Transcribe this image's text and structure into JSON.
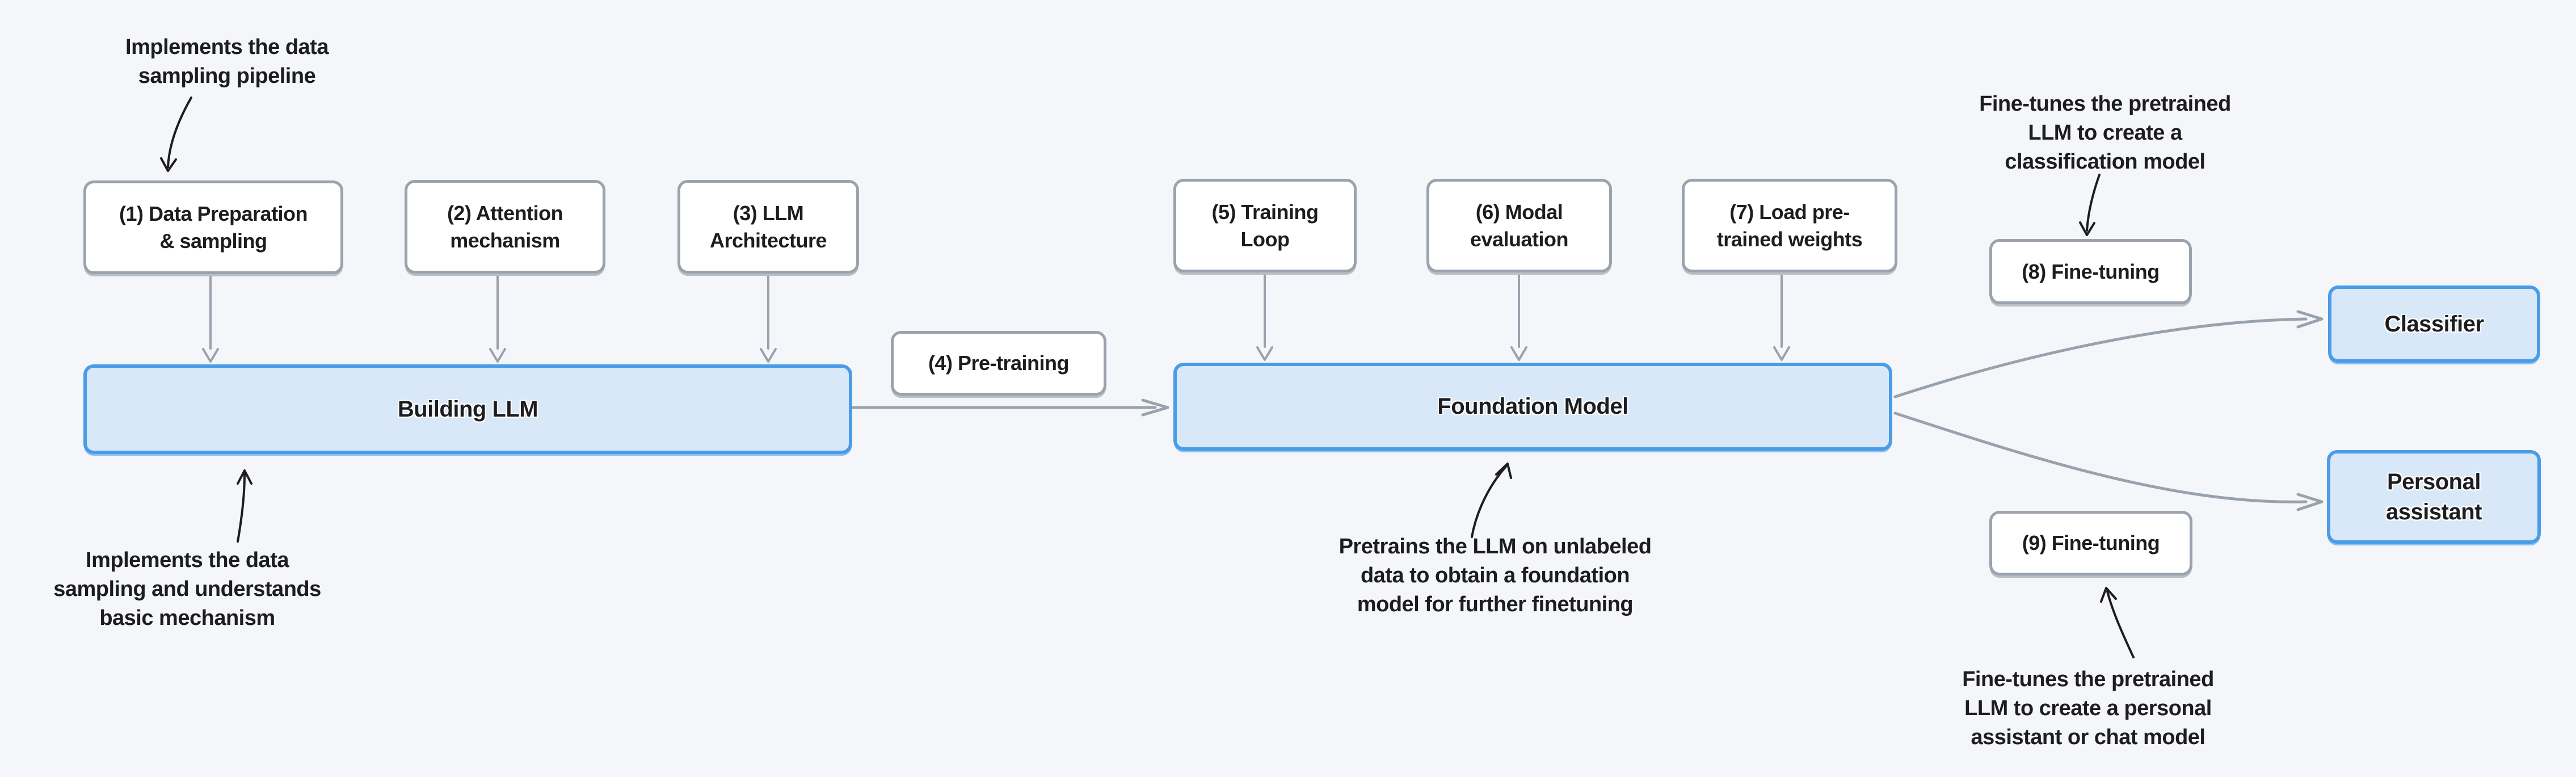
{
  "diagram": {
    "background_color": "#f4f6f9",
    "steps": [
      {
        "label": "(1)  Data Preparation\n& sampling"
      },
      {
        "label": "(2) Attention\nmechanism"
      },
      {
        "label": "(3) LLM\nArchitecture"
      },
      {
        "label": "(4) Pre-training"
      },
      {
        "label": "(5) Training\nLoop"
      },
      {
        "label": "(6) Modal\nevaluation"
      },
      {
        "label": "(7) Load pre-\ntrained weights"
      },
      {
        "label": "(8) Fine-tuning"
      },
      {
        "label": "(9) Fine-tuning"
      }
    ],
    "stages": {
      "building_llm": {
        "label": "Building LLM"
      },
      "foundation_model": {
        "label": "Foundation Model"
      },
      "classifier": {
        "label": "Classifier"
      },
      "personal_assistant": {
        "label": "Personal\nassistant"
      }
    },
    "annotations": {
      "sampling_pipeline": {
        "text": "Implements the data\nsampling pipeline"
      },
      "sampling_mechanism": {
        "text": "Implements the data\nsampling and understands\nbasic mechanism"
      },
      "pretraining": {
        "text": "Pretrains the LLM on unlabeled\ndata to obtain a foundation\nmodel for further finetuning"
      },
      "finetune_classifier": {
        "text": "Fine-tunes the pretrained\nLLM to create a\nclassification model"
      },
      "finetune_assistant": {
        "text": "Fine-tunes the pretrained\nLLM to create a personal\nassistant or chat model"
      }
    },
    "colors": {
      "canvas_bg": "#f4f6f9",
      "step_box_fill": "#ffffff",
      "step_box_border": "#9aa3ad",
      "stage_box_fill": "#d8e8f8",
      "stage_box_border": "#4a9ce8",
      "connector_gray": "#99a2ac",
      "annotation_ink": "#1d1d20"
    }
  }
}
